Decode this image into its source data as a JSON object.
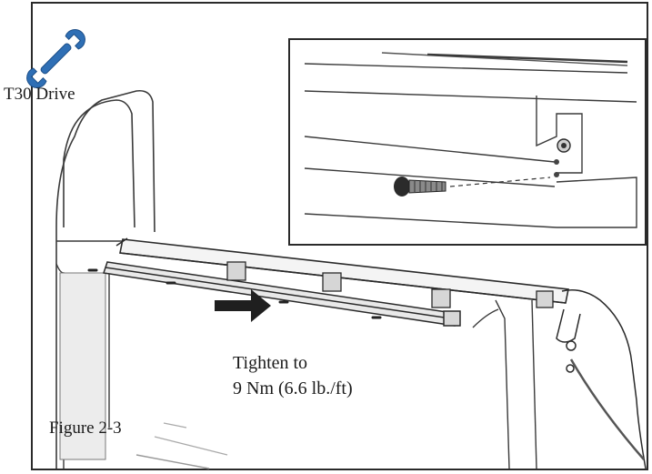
{
  "tool": {
    "label": "T30 Drive",
    "icon": "wrench-icon",
    "icon_color": "#2f6fb5"
  },
  "instruction": {
    "line1": "Tighten to",
    "line2": "9 Nm (6.6 lb./ft)"
  },
  "figure": {
    "label": "Figure 2-3"
  },
  "colors": {
    "line": "#2a2a2a",
    "paper": "#ffffff",
    "arrow": "#1f1f1f",
    "shade": "#e6e6e6"
  }
}
